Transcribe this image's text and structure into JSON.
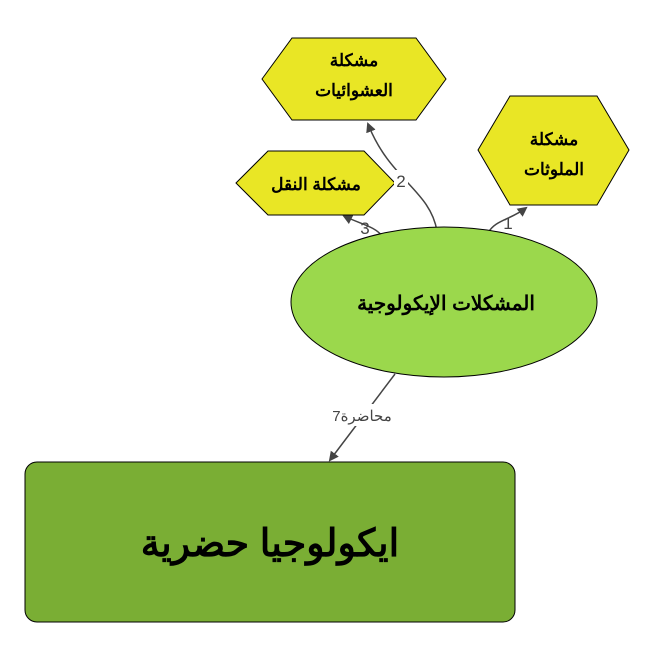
{
  "nodes": {
    "center": {
      "label": "المشكلات الإيكولوجية",
      "color": "#9bd84c"
    },
    "slums": {
      "line1": "مشكلة",
      "line2": "العشوائيات",
      "color": "#e9e625"
    },
    "pollutants": {
      "line1": "مشكلة",
      "line2": "الملوثات",
      "color": "#e9e625"
    },
    "transport": {
      "label": "مشكلة النقل",
      "color": "#e9e625"
    },
    "root": {
      "label": "ايكولوجيا حضرية",
      "color": "#7aae34"
    }
  },
  "edges": {
    "to_pollutants": "1",
    "to_slums": "2",
    "to_transport": "3",
    "to_root": "محاضرة7"
  }
}
